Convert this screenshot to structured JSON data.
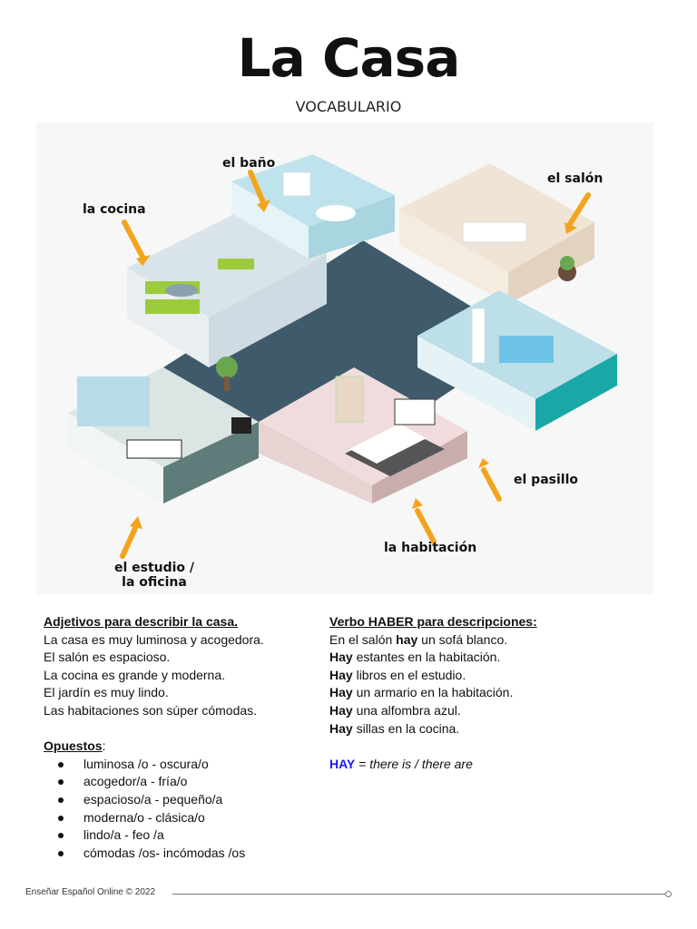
{
  "header": {
    "title": "La Casa",
    "subtitle": "VOCABULARIO"
  },
  "illustration": {
    "labels": {
      "bano": "el baño",
      "cocina": "la cocina",
      "salon": "el  salón",
      "pasillo": "el pasillo",
      "habitacion": "la  habitación",
      "estudio_line1": "el estudio /",
      "estudio_line2": "la oficina"
    },
    "colors": {
      "arrow": "#f4a41c",
      "floor": "#3f5b6b",
      "accent_green": "#9ccb3b",
      "accent_teal": "#1aa7a8"
    }
  },
  "adjetivos": {
    "heading": "Adjetivos para describir la casa.",
    "lines": [
      "La casa es muy luminosa y acogedora.",
      "El salón es espacioso.",
      "La cocina es grande y moderna.",
      "El jardín es muy lindo.",
      "Las habitaciones son súper cómodas."
    ]
  },
  "opuestos": {
    "heading": "Opuestos",
    "suffix": ":",
    "items": [
      "luminosa /o - oscura/o",
      "acogedor/a - fría/o",
      "espacioso/a - pequeño/a",
      "moderna/o - clásica/o",
      "lindo/a - feo /a",
      "cómodas /os- incómodas /os"
    ]
  },
  "haber": {
    "heading": "Verbo HABER para descripciones:",
    "line1_pre": "En el salón ",
    "line1_bold": "hay",
    "line1_post": " un sofá blanco.",
    "hay_word": "Hay",
    "rest": [
      " estantes en la habitación.",
      " libros en el estudio.",
      " un armario en la habitación.",
      " una alfombra azul.",
      " sillas en la cocina."
    ],
    "definition_word": "HAY",
    "definition_text": " = there is / there are",
    "hay_color": "#1a1ae6"
  },
  "footer": {
    "text": "Enseñar Español Online © 2022"
  }
}
